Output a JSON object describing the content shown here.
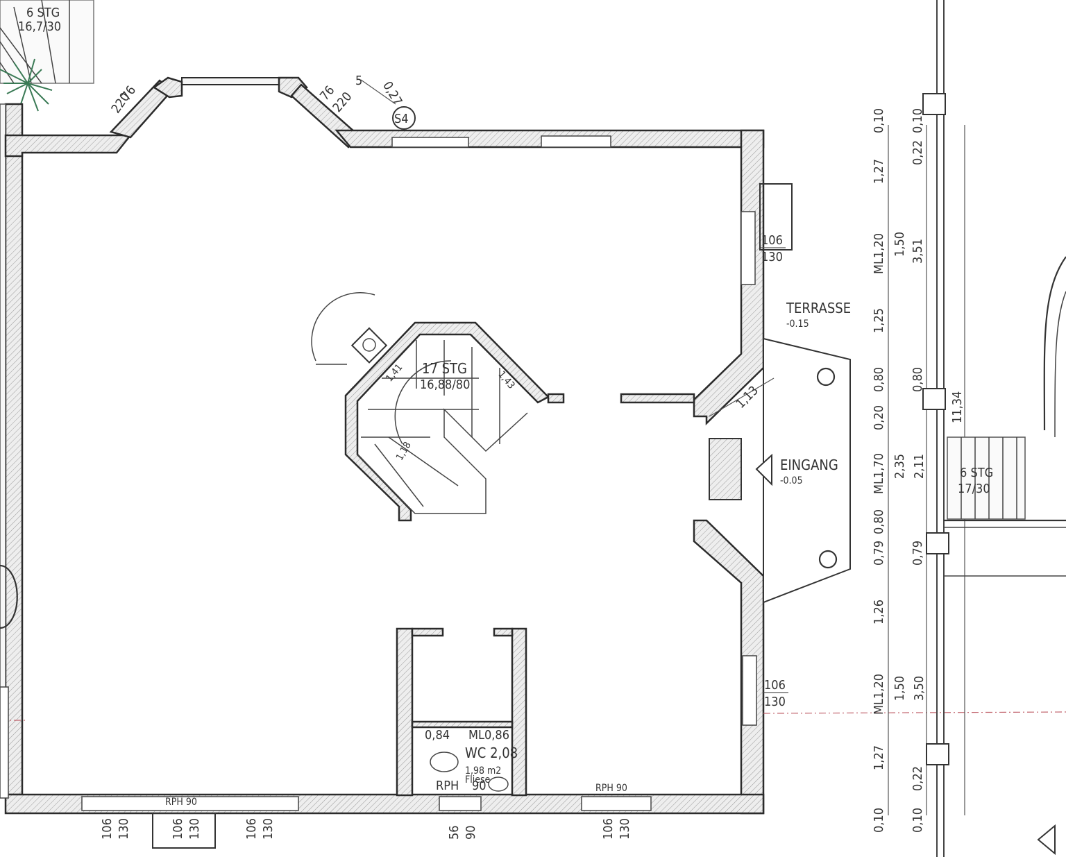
{
  "labels": {
    "stair_top_steps": "6 STG",
    "stair_top_ratio": "16,7/30",
    "stair_right_steps": "6 STG",
    "stair_right_ratio": "17/30",
    "stair_center_steps": "17 STG",
    "stair_center_ratio": "16,88/80",
    "stair_dim_a": "1,41",
    "stair_dim_b": "1,43",
    "stair_dim_c": "1,18",
    "bay_left_top": "76",
    "bay_left_bottom": "220",
    "bay_right_top": "76",
    "bay_right_bottom": "220",
    "bay_right_extra": "5",
    "bay_angle": "0,27",
    "section_marker": "S4",
    "terrace": "TERRASSE",
    "terrace_level": "-0.15",
    "entrance": "EINGANG",
    "entrance_level": "-0.05",
    "porch_dim": "1,13",
    "wc_left": "0,84",
    "wc_ml": "ML0,86",
    "wc_name": "WC 2,08",
    "wc_area": "1,98 m2",
    "wc_floor": "Fliese",
    "rph_wc": "RPH",
    "rph_wc_val": "90",
    "rph_bottom_left": "RPH 90",
    "rph_bottom_right": "RPH 90"
  },
  "windows": [
    {
      "top": "106",
      "bottom": "130"
    },
    {
      "top": "106",
      "bottom": "130"
    },
    {
      "top": "106",
      "bottom": "130"
    },
    {
      "top": "106",
      "bottom": "130"
    },
    {
      "top": "106",
      "bottom": "130"
    },
    {
      "top": "106",
      "bottom": "130"
    }
  ],
  "door_bottom": {
    "top": "56",
    "bottom": "90"
  },
  "dims_col1": [
    "0,10",
    "1,27",
    "ML1,20",
    "1,26",
    "0,79",
    "0,80",
    "ML1,70",
    "0,20",
    "0,80",
    "1,25",
    "ML1,20",
    "1,27",
    "0,10"
  ],
  "dims_col2": [
    "0,10",
    "0,22",
    "1,50",
    "0,79",
    "2,35",
    "0,80",
    "1,50",
    "0,22",
    "0,10"
  ],
  "dims_col3": [
    "3,51",
    "2,11",
    "3,50"
  ],
  "dims_total": "11,34",
  "colors": {
    "wall": "#2b2b2b",
    "background": "#ffffff",
    "plant": "#3a7a55",
    "axis_line": "#c0606a"
  }
}
